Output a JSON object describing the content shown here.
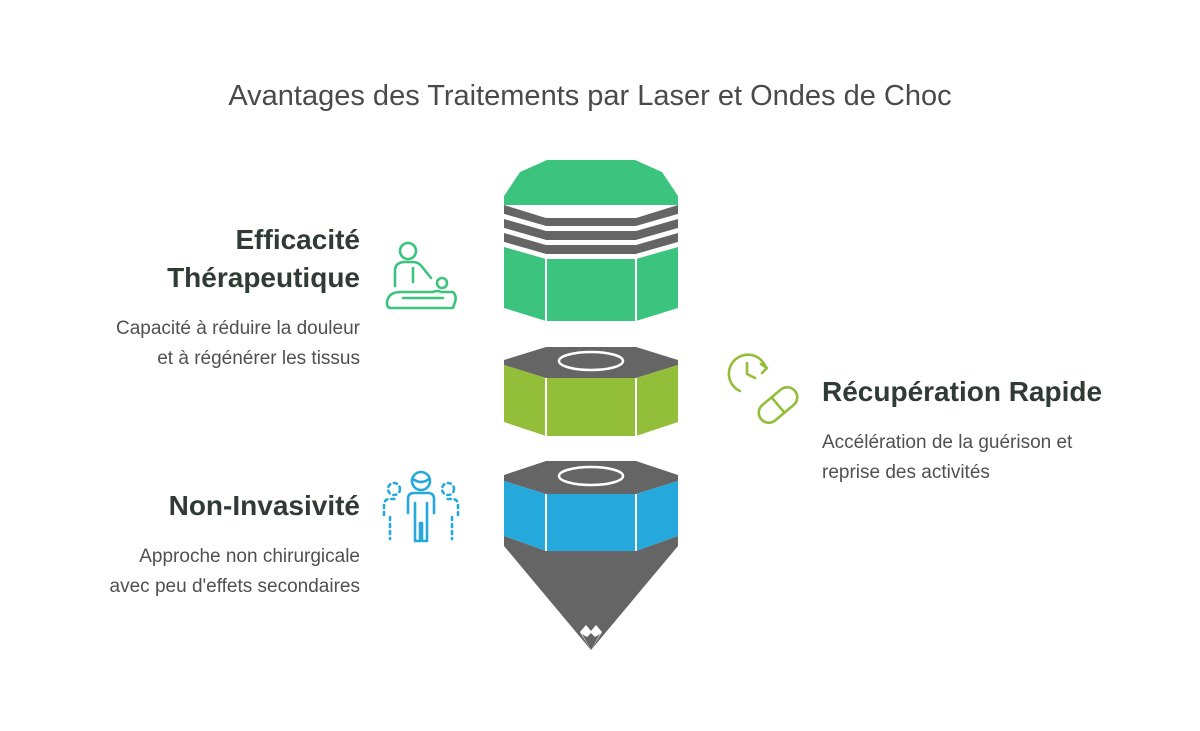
{
  "title": "Avantages des Traitements par Laser et Ondes de Choc",
  "items": [
    {
      "heading_line1": "Efficacité",
      "heading_line2": "Thérapeutique",
      "desc_line1": "Capacité à réduire la douleur",
      "desc_line2": "et à régénérer les tissus",
      "color": "#3cc47f",
      "icon": "massage-therapy-icon"
    },
    {
      "heading": "Récupération Rapide",
      "desc_line1": "Accélération de la guérison et",
      "desc_line2": "reprise des activités",
      "color": "#93be3a",
      "icon": "clock-pill-icon"
    },
    {
      "heading": "Non-Invasivité",
      "desc_line1": "Approche non chirurgicale",
      "desc_line2": "avec peu d'effets secondaires",
      "color": "#25a9dc",
      "icon": "person-group-icon"
    }
  ],
  "colors": {
    "grey": "#656565",
    "green": "#3cc47f",
    "lime": "#93be3a",
    "blue": "#25a9dc"
  }
}
